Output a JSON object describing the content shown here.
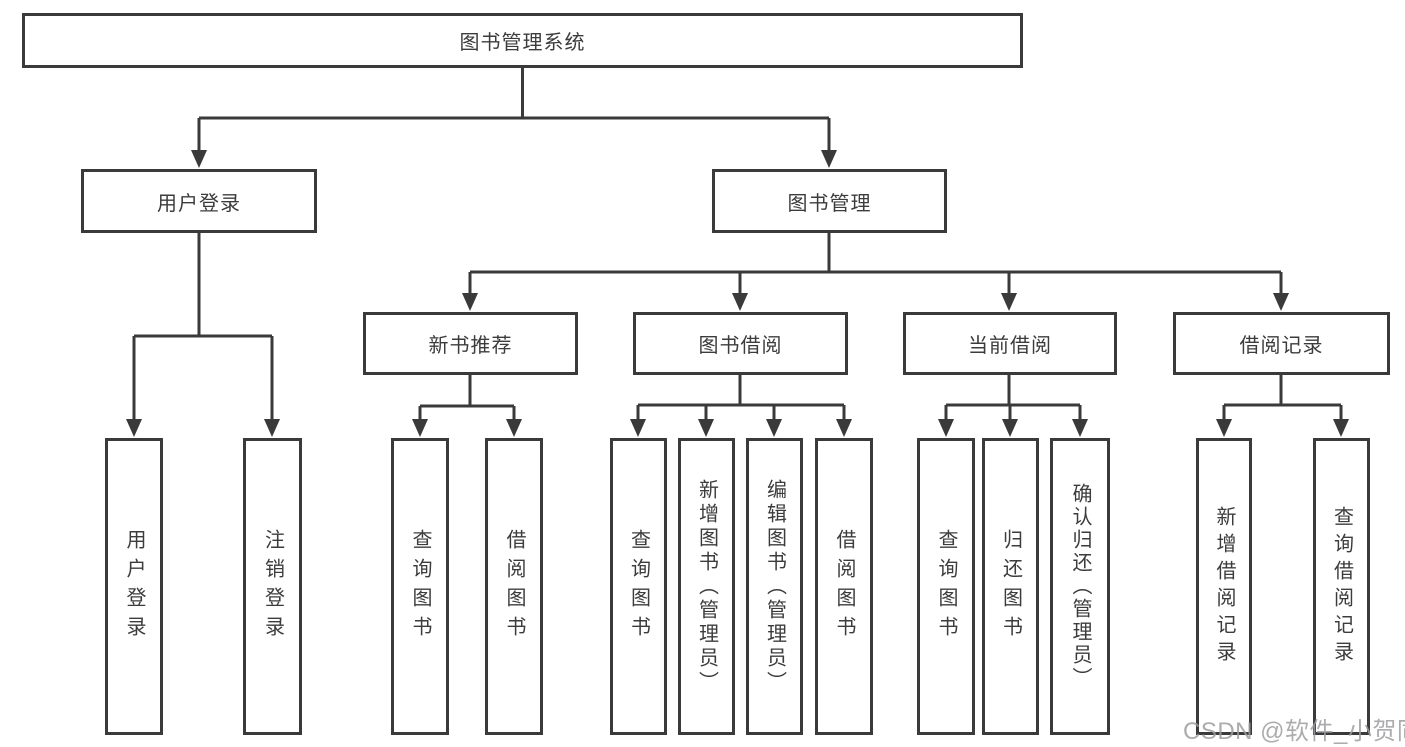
{
  "diagram_title": "图书管理系统",
  "tree": {
    "label": "图书管理系统",
    "children": [
      {
        "label": "用户登录",
        "children": [
          {
            "label": "用户登录"
          },
          {
            "label": "注销登录"
          }
        ]
      },
      {
        "label": "图书管理",
        "children": [
          {
            "label": "新书推荐",
            "children": [
              {
                "label": "查询图书"
              },
              {
                "label": "借阅图书"
              }
            ]
          },
          {
            "label": "图书借阅",
            "children": [
              {
                "label": "查询图书"
              },
              {
                "label": "新增图书（管理员）"
              },
              {
                "label": "编辑图书（管理员）"
              },
              {
                "label": "借阅图书"
              }
            ]
          },
          {
            "label": "当前借阅",
            "children": [
              {
                "label": "查询图书"
              },
              {
                "label": "归还图书"
              },
              {
                "label": "确认归还（管理员）"
              }
            ]
          },
          {
            "label": "借阅记录",
            "children": [
              {
                "label": "新增借阅记录"
              },
              {
                "label": "查询借阅记录"
              }
            ]
          }
        ]
      }
    ]
  },
  "watermark": "CSDN @软件_小贺同学",
  "colors": {
    "line": "#3a3a3a",
    "box_border": "#3a3a3a",
    "box_fill": "#ffffff",
    "text": "#3c3c3c",
    "watermark": "#9e9ea0",
    "background": "#ffffff"
  }
}
